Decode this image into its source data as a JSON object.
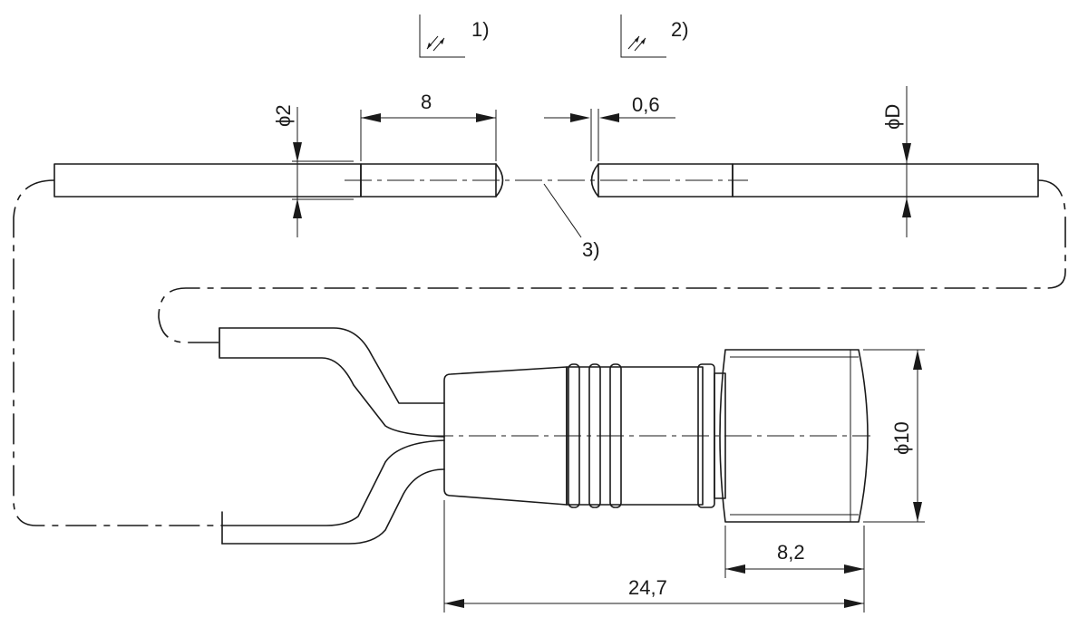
{
  "dimensions": {
    "d2": "ϕ2",
    "len8": "8",
    "gap06": "0,6",
    "dD": "ϕD",
    "d10": "ϕ10",
    "len82": "8,2",
    "len247": "24,7"
  },
  "notes": {
    "n1": "1)",
    "n2": "2)",
    "n3": "3)"
  }
}
